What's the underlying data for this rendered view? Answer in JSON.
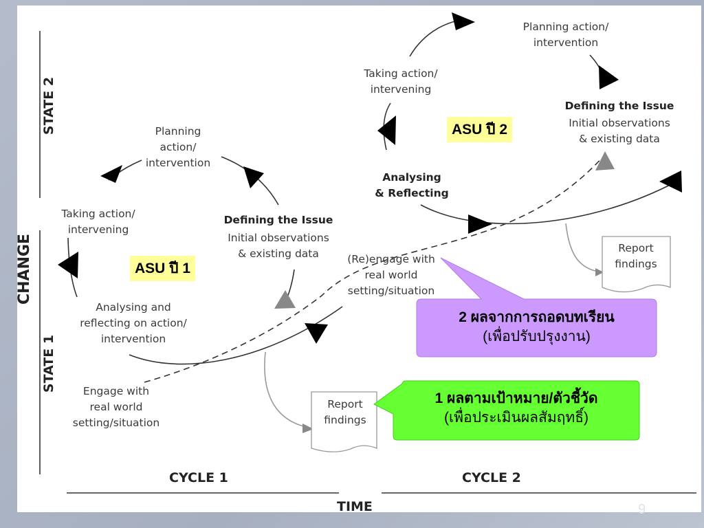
{
  "axes": {
    "state2": "STATE 2",
    "change": "CHANGE",
    "state1": "STATE 1",
    "cycle1": "CYCLE 1",
    "cycle2": "CYCLE 2",
    "time": "TIME"
  },
  "cycle1": {
    "planning": "Planning\naction/\nintervention",
    "taking": "Taking action/\nintervening",
    "defining_title": "Defining the Issue",
    "defining_body": "Initial observations\n& existing data",
    "analysing": "Analysing and\nreflecting on action/\nintervention",
    "engage": "Engage with\nreal world\nsetting/situation",
    "report": "Report\nfindings",
    "asu": "ASU ปี 1"
  },
  "cycle2": {
    "planning": "Planning action/\nintervention",
    "taking": "Taking action/\nintervening",
    "defining_title": "Defining the Issue",
    "defining_body": "Initial observations\n& existing data",
    "analysing": "Analysing\n& Reflecting",
    "reengage": "(Re)engage with\nreal world\nsetting/situation",
    "report": "Report\nfindings",
    "asu": "ASU ปี 2"
  },
  "callouts": {
    "purple": {
      "line1": "2 ผลจากการถอดบทเรียน",
      "line2": "(เพื่อปรับปรุงงาน)",
      "fill": "#cc99ff"
    },
    "green": {
      "line1": "1 ผลตามเป้าหมาย/ตัวชี้วัด",
      "line2": "(เพื่อประเมินผลสัมฤทธิ์)",
      "fill": "#66ff33"
    }
  },
  "page_number": "9"
}
